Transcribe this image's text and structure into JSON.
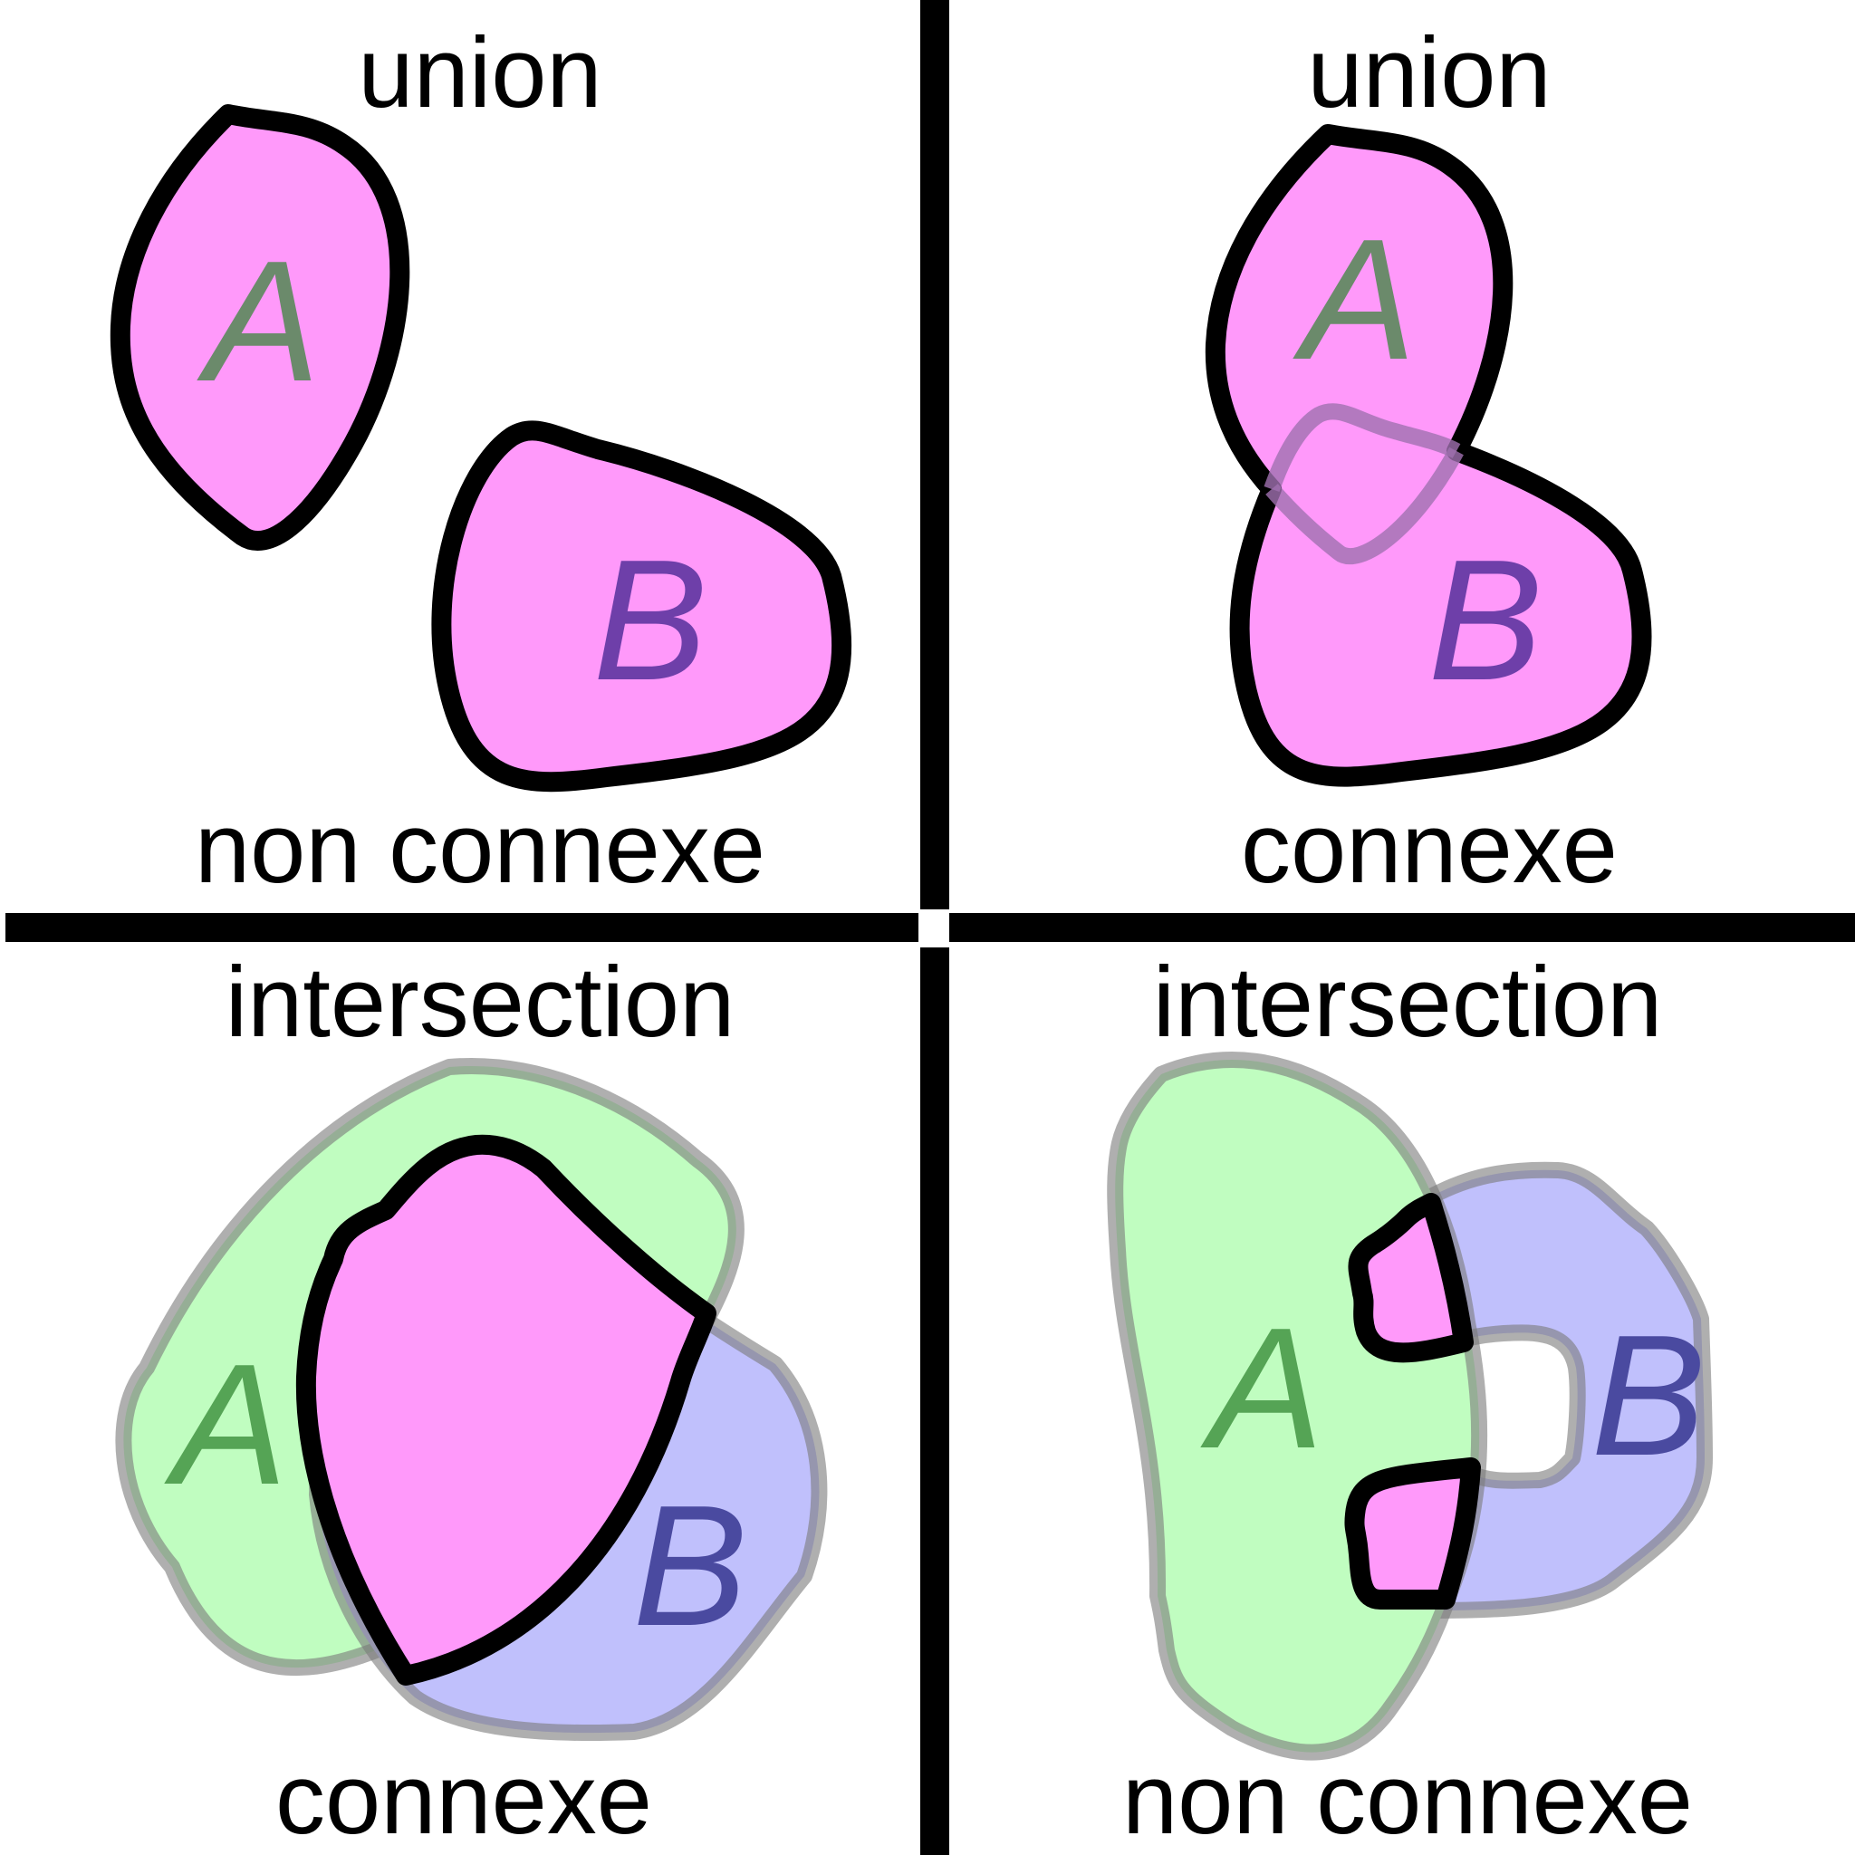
{
  "panels": {
    "top_left": {
      "title": "union",
      "caption": "non connexe",
      "label_a": "A",
      "label_b": "B"
    },
    "top_right": {
      "title": "union",
      "caption": "connexe",
      "label_a": "A",
      "label_b": "B"
    },
    "bottom_left": {
      "title": "intersection",
      "caption": "connexe",
      "label_a": "A",
      "label_b": "B"
    },
    "bottom_right": {
      "title": "intersection",
      "caption": "non connexe",
      "label_a": "A",
      "label_b": "B"
    }
  },
  "colors": {
    "result_fill": "#ff99fa",
    "set_a_fill": "#c0fdc0",
    "set_b_fill": "#c0c0fc",
    "label_a_on_result": "#6b8a6b",
    "label_b_on_result": "#6e3fa9",
    "label_a_on_set": "#55a455",
    "label_b_on_set": "#4a4aa0",
    "outline": "#000000"
  }
}
